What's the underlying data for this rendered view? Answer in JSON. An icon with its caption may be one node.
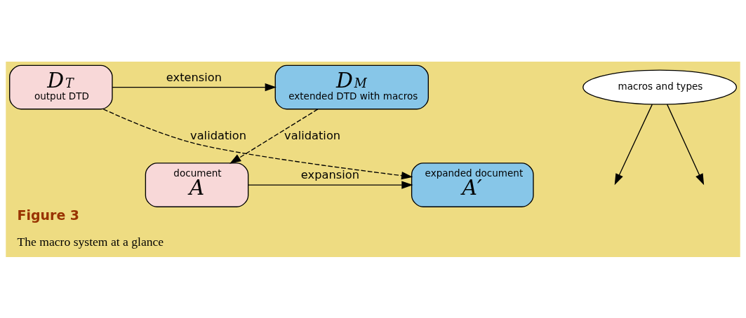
{
  "diagram": {
    "title": "Figure 3",
    "caption": "The macro system at a glance",
    "nodes": [
      {
        "text": [
          "D$_{M}$",
          "extended DTD with macros"
        ]
      },
      {
        "text": [
          "D$_{T}$",
          "output DTD"
        ]
      },
      {
        "text": [
          "macros and types"
        ]
      },
      {
        "text": [
          "document",
          "A"
        ]
      },
      {
        "text": [
          "expanded document",
          "A′"
        ]
      }
    ],
    "edges": [
      {
        "from": 1,
        "to": 0,
        "arrow": "to",
        "label": "extension"
      },
      {
        "from": 2,
        "to": null,
        "arrow": "to"
      },
      {
        "from": 0,
        "to": 3,
        "arrow": "to",
        "style": "dashed",
        "label": "validation"
      },
      {
        "from": 1,
        "to": 4,
        "arrow": "to",
        "style": "dashed",
        "label": "validation"
      },
      {
        "from": 2,
        "to": null,
        "arrow": "to"
      },
      {
        "from": 3,
        "to": 4,
        "arrow": "to",
        "label": "expansion"
      }
    ]
  }
}
